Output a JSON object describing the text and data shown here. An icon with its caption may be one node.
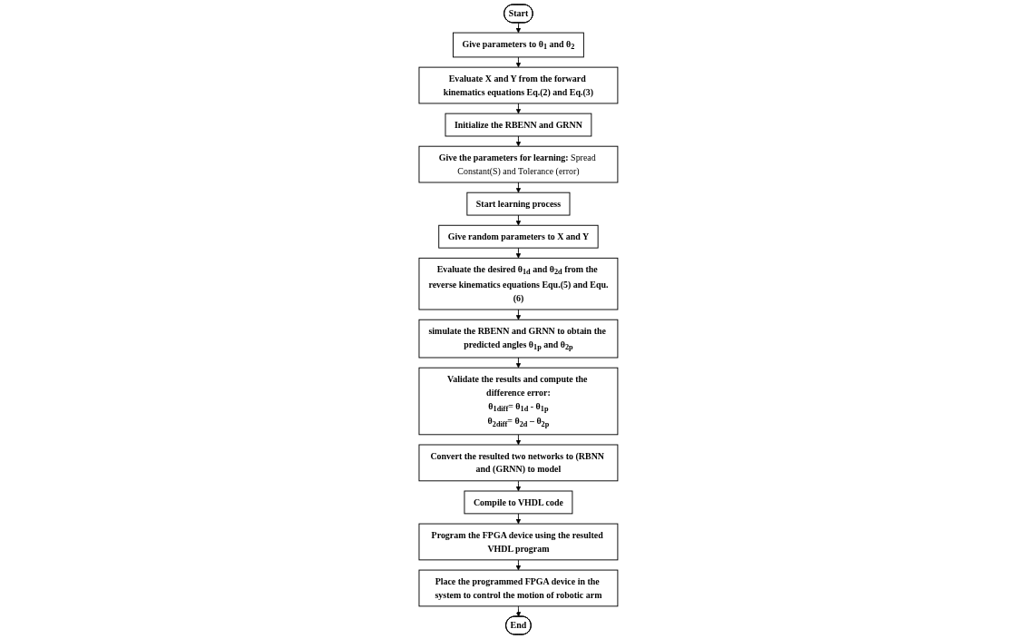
{
  "diagram": {
    "nodes": [
      {
        "text": [
          "Start"
        ]
      },
      {
        "text": [
          "Give parameters to θ$_{1}$ and θ$_{2}$"
        ]
      },
      {
        "text": [
          "Evaluate X and Y from the forward kinematics equations Eq.(2) and Eq.(3)"
        ]
      },
      {
        "text": [
          "Initialize the RBENN and GRNN"
        ]
      },
      {
        "text": [
          "**Give the parameters for learning:** Spread Constant(S) and Tolerance (error)"
        ]
      },
      {
        "text": [
          "Start learning process"
        ]
      },
      {
        "text": [
          "Give random parameters to X and Y"
        ]
      },
      {
        "text": [
          "Evaluate the desired θ$_{1d}$ and θ$_{2d}$ from the reverse kinematics equations Equ.(5) and Equ.(6)"
        ]
      },
      {
        "text": [
          "simulate the RBENN and GRNN to obtain the predicted angles θ$_{1p}$ and θ$_{2p}$"
        ]
      },
      {
        "text": [
          "Validate the results and compute the difference error:",
          "θ$_{1diff}$= θ$_{1d}$ - θ$_{1p}$",
          "θ$_{2diff}$= θ$_{2d}$ – θ$_{2p}$"
        ]
      },
      {
        "text": [
          "Convert the resulted two networks to (RBNN and (GRNN) to model"
        ]
      },
      {
        "text": [
          "Compile to VHDL code"
        ]
      },
      {
        "text": [
          "Program the FPGA device using the resulted VHDL program"
        ]
      },
      {
        "text": [
          "Place the programmed FPGA device in the system to control the motion of robotic arm"
        ]
      },
      {
        "text": [
          "End"
        ]
      }
    ],
    "edges": [
      {
        "from": 0,
        "to": 1,
        "arrow": "to"
      },
      {
        "from": 1,
        "to": 2,
        "arrow": "to"
      },
      {
        "from": 2,
        "to": 3,
        "arrow": "to"
      },
      {
        "from": 3,
        "to": 4,
        "arrow": "to"
      },
      {
        "from": 4,
        "to": 5,
        "arrow": "to"
      },
      {
        "from": 5,
        "to": 6,
        "arrow": "to"
      },
      {
        "from": 6,
        "to": 7,
        "arrow": "to"
      },
      {
        "from": 7,
        "to": 8,
        "arrow": "to"
      },
      {
        "from": 8,
        "to": 9,
        "arrow": "to"
      },
      {
        "from": 9,
        "to": 10,
        "arrow": "to"
      },
      {
        "from": 10,
        "to": 11,
        "arrow": "to"
      },
      {
        "from": 11,
        "to": 12,
        "arrow": "to"
      },
      {
        "from": 12,
        "to": 13,
        "arrow": "to"
      },
      {
        "from": 13,
        "to": 14,
        "arrow": "to"
      }
    ]
  }
}
